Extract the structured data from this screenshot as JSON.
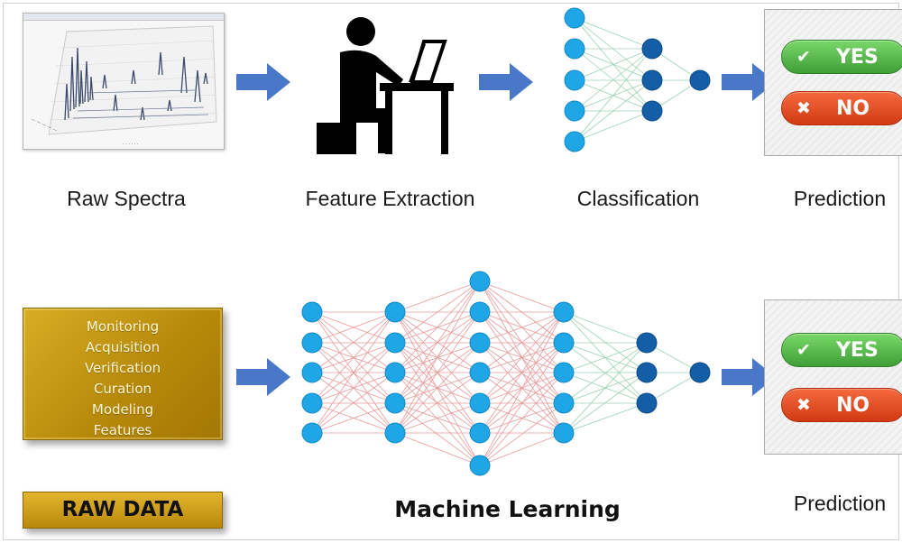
{
  "top_row": {
    "labels": {
      "raw_spectra": "Raw Spectra",
      "feature_extraction": "Feature Extraction",
      "classification": "Classification",
      "prediction": "Prediction"
    }
  },
  "bottom_row": {
    "raw_data_items": [
      "Monitoring",
      "Acquisition",
      "Verification",
      "Curation",
      "Modeling",
      "Features"
    ],
    "raw_data_tag": "RAW DATA",
    "machine_learning_label": "Machine Learning",
    "prediction_label": "Prediction"
  },
  "prediction_buttons": {
    "yes": "YES",
    "no": "NO",
    "yes_icon": "✔",
    "no_icon": "✖"
  },
  "colors": {
    "arrow": "#4a78c8",
    "node_light": "#1ea6e6",
    "node_dark": "#135ea6",
    "edge_red": "#e89a9a",
    "edge_green": "#9bd2b4",
    "raw_gold": "#c39412",
    "yes_green": "#4caf3f",
    "no_red": "#e04b1e"
  },
  "icons": {
    "arrow": "right-arrow-icon",
    "person": "person-at-laptop-icon",
    "check": "check-icon",
    "cross": "cross-icon"
  }
}
